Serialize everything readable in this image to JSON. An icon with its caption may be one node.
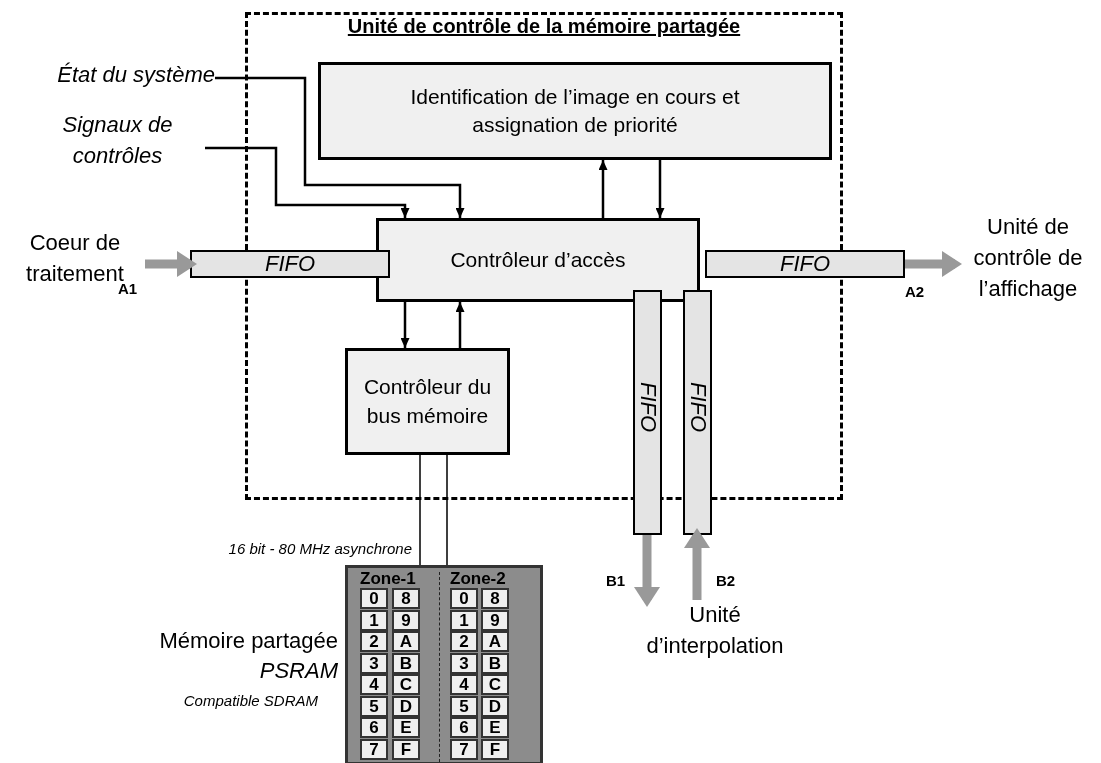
{
  "diagram": {
    "nodes": [
      {
        "text": [
          "Unité de contrôle de la mémoire partagée"
        ]
      },
      {
        "text": [
          "Identification de l’image en cours et assignation de priorité"
        ],
        "in": 0
      },
      {
        "text": [
          "Contrôleur d’accès"
        ],
        "in": 0
      },
      {
        "text": [
          "Contrôleur du bus mémoire"
        ],
        "in": 0
      },
      {
        "text": [
          "FIFO"
        ]
      },
      {
        "text": [
          "FIFO"
        ]
      },
      {
        "text": [
          "FIFO"
        ]
      },
      {
        "text": [
          "FIFO"
        ]
      },
      {
        "text": [
          "État du système"
        ]
      },
      {
        "text": [
          "Signaux de contrôles"
        ]
      },
      {
        "text": [
          "Coeur de traitement"
        ]
      },
      {
        "text": [
          "Unité de contrôle de l’affichage"
        ]
      },
      {
        "text": [
          "Unité d’interpolation"
        ]
      },
      {
        "text": [
          "Zone-1",
          "Zone-2"
        ],
        "beside": [
          "Mémoire partagée",
          "PSRAM",
          "Compatible SDRAM"
        ]
      },
      {
        "text": [
          "0"
        ],
        "in": 13
      },
      {
        "text": [
          "8"
        ],
        "in": 13
      },
      {
        "text": [
          "0"
        ],
        "in": 13
      },
      {
        "text": [
          "8"
        ],
        "in": 13
      },
      {
        "text": [
          "1"
        ],
        "in": 13
      },
      {
        "text": [
          "9"
        ],
        "in": 13
      },
      {
        "text": [
          "1"
        ],
        "in": 13
      },
      {
        "text": [
          "9"
        ],
        "in": 13
      },
      {
        "text": [
          "2"
        ],
        "in": 13
      },
      {
        "text": [
          "A"
        ],
        "in": 13
      },
      {
        "text": [
          "2"
        ],
        "in": 13
      },
      {
        "text": [
          "A"
        ],
        "in": 13
      },
      {
        "text": [
          "3"
        ],
        "in": 13
      },
      {
        "text": [
          "B"
        ],
        "in": 13
      },
      {
        "text": [
          "3"
        ],
        "in": 13
      },
      {
        "text": [
          "B"
        ],
        "in": 13
      },
      {
        "text": [
          "4"
        ],
        "in": 13
      },
      {
        "text": [
          "C"
        ],
        "in": 13
      },
      {
        "text": [
          "4"
        ],
        "in": 13
      },
      {
        "text": [
          "C"
        ],
        "in": 13
      },
      {
        "text": [
          "5"
        ],
        "in": 13
      },
      {
        "text": [
          "D"
        ],
        "in": 13
      },
      {
        "text": [
          "5"
        ],
        "in": 13
      },
      {
        "text": [
          "D"
        ],
        "in": 13
      },
      {
        "text": [
          "6"
        ],
        "in": 13
      },
      {
        "text": [
          "E"
        ],
        "in": 13
      },
      {
        "text": [
          "6"
        ],
        "in": 13
      },
      {
        "text": [
          "E"
        ],
        "in": 13
      },
      {
        "text": [
          "7"
        ],
        "in": 13
      },
      {
        "text": [
          "F"
        ],
        "in": 13
      },
      {
        "text": [
          "7"
        ],
        "in": 13
      },
      {
        "text": [
          "F"
        ],
        "in": 13
      }
    ],
    "edges": [
      {
        "from": 10,
        "to": 4,
        "arrow": "to",
        "label": "A1",
        "style": "thick",
        "color": "#999999"
      },
      {
        "from": 8,
        "to": 2,
        "arrow": "to"
      },
      {
        "from": 9,
        "to": 2,
        "arrow": "to"
      },
      {
        "from": 2,
        "to": 1,
        "arrow": "to"
      },
      {
        "from": 1,
        "to": 2,
        "arrow": "to"
      },
      {
        "from": 2,
        "to": 3,
        "arrow": "to"
      },
      {
        "from": 3,
        "to": 2,
        "arrow": "to"
      },
      {
        "from": 5,
        "to": 11,
        "arrow": "to",
        "label": "A2",
        "style": "thick",
        "color": "#999999"
      },
      {
        "from": 6,
        "to": 12,
        "arrow": "to",
        "label": "B1",
        "style": "thick",
        "color": "#999999"
      },
      {
        "from": 12,
        "to": 7,
        "arrow": "to",
        "label": "B2",
        "style": "thick",
        "color": "#999999"
      },
      {
        "from": 3,
        "to": 13,
        "arrow": "none",
        "label": "16 bit - 80 MHz asynchrone"
      }
    ]
  }
}
